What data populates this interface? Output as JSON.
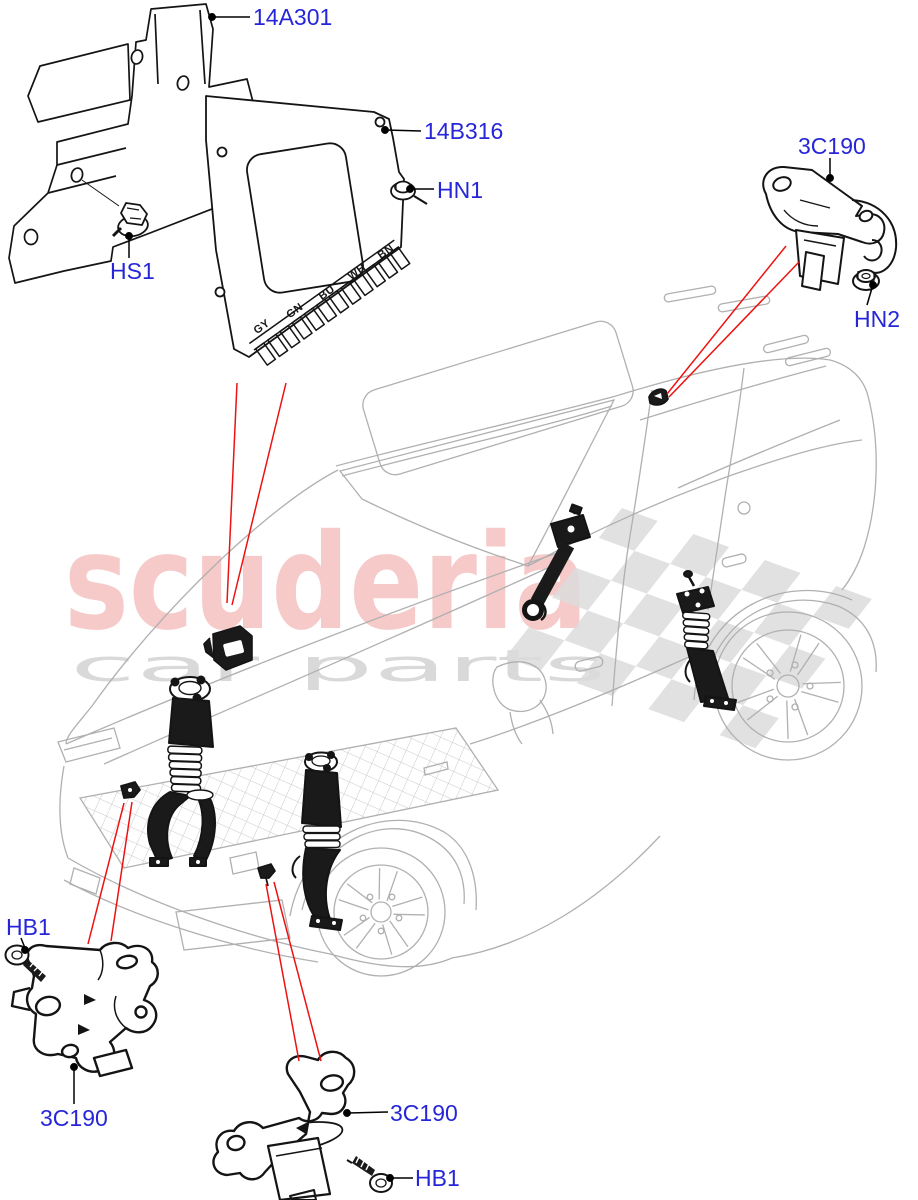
{
  "watermark": {
    "brand": "scuderia",
    "tagline": "car parts",
    "brand_color": "#f7caca",
    "tagline_color": "#d9d9d9",
    "checker_color": "#dcdcdc"
  },
  "palette": {
    "label_color": "#2626d8",
    "callout_line_color": "#ee1111",
    "line_art_color": "#b0b0b0",
    "part_line_color": "#141414"
  },
  "labels": {
    "bracket_top": "14A301",
    "module": "14B316",
    "nut_module": "HN1",
    "screw_module": "HS1",
    "sensor_top_right": "3C190",
    "nut_top_right": "HN2",
    "screw_bottom_left": "HB1",
    "sensor_bottom_left": "3C190",
    "sensor_bottom_mid": "3C190",
    "screw_bottom_mid": "HB1"
  },
  "module_pins": [
    "GY",
    "GN",
    "BU",
    "WH",
    "BN"
  ]
}
